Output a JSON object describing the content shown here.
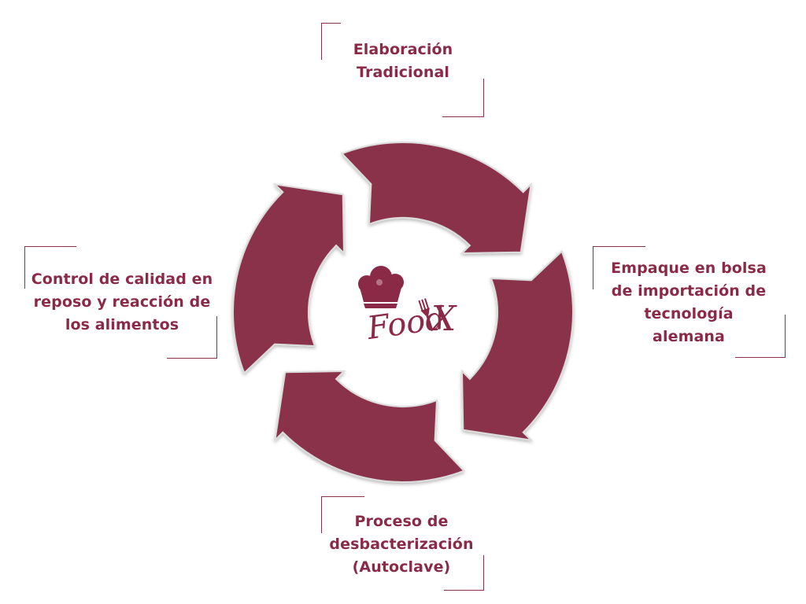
{
  "colors": {
    "ring": "#8a3349",
    "ring_edge": "#dcdcdc",
    "text": "#8a2a46",
    "bracket": "#8a3348"
  },
  "diagram": {
    "steps": [
      {
        "id": "step-top",
        "label": "Elaboración\nTradicional"
      },
      {
        "id": "step-right",
        "label": "Empaque en bolsa\nde importación de\ntecnología\nalemana"
      },
      {
        "id": "step-bottom",
        "label": "Proceso de\ndesbacterización\n(Autoclave)"
      },
      {
        "id": "step-left",
        "label": "Control de calidad en\nreposo y reacción de\nlos alimentos"
      }
    ],
    "logo": {
      "icon": "chef-hat-icon",
      "text_main": "Food",
      "text_accent": "X",
      "accent_icon": "fork-icon"
    }
  }
}
